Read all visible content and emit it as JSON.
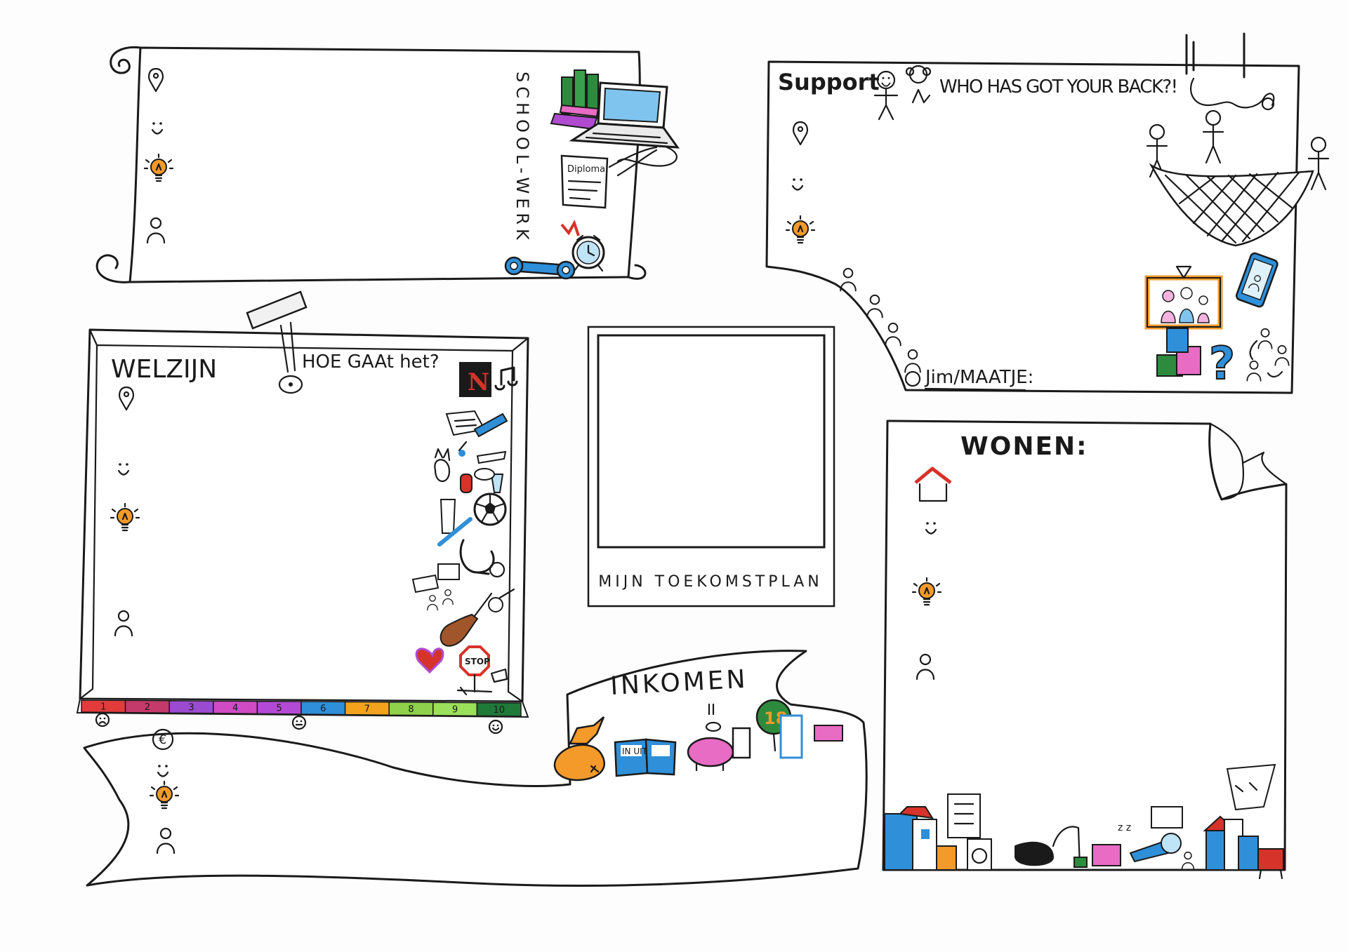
{
  "sections": {
    "school": {
      "title": "SCHOOL-WERK",
      "diploma_label": "Diploma"
    },
    "support": {
      "title": "Support",
      "question": "WHO HAS GOT YOUR BACK?!",
      "buddy_label": "Jim/MAATJE:"
    },
    "welzijn": {
      "title": "WELZIJN",
      "question": "HOE GAAt het?",
      "badge": "N"
    },
    "center": {
      "title": "MIJN TOEKOMSTPLAN"
    },
    "inkomen": {
      "title": "INKOMEN",
      "age_badge": "18",
      "book_label": "IN UIT",
      "currency_icon": "euro-icon"
    },
    "wonen": {
      "title": "WONEN:"
    }
  },
  "scale": {
    "labels": [
      "1",
      "2",
      "3",
      "4",
      "5",
      "6",
      "7",
      "8",
      "9",
      "10"
    ],
    "colors": [
      "#e23b3b",
      "#c43a6a",
      "#9a4bd0",
      "#d04bc4",
      "#b34ad6",
      "#2f8fd8",
      "#f3a21d",
      "#8fd14a",
      "#9be05a",
      "#1f7a3a"
    ]
  },
  "prompt_icons": [
    "map-pin-icon",
    "smiley-icon",
    "lightbulb-icon",
    "person-icon"
  ],
  "colors": {
    "orange": "#f39a2b",
    "blue": "#2f8fd8",
    "red": "#d6332a",
    "green": "#2e8b3d",
    "pink": "#e86bc4"
  }
}
